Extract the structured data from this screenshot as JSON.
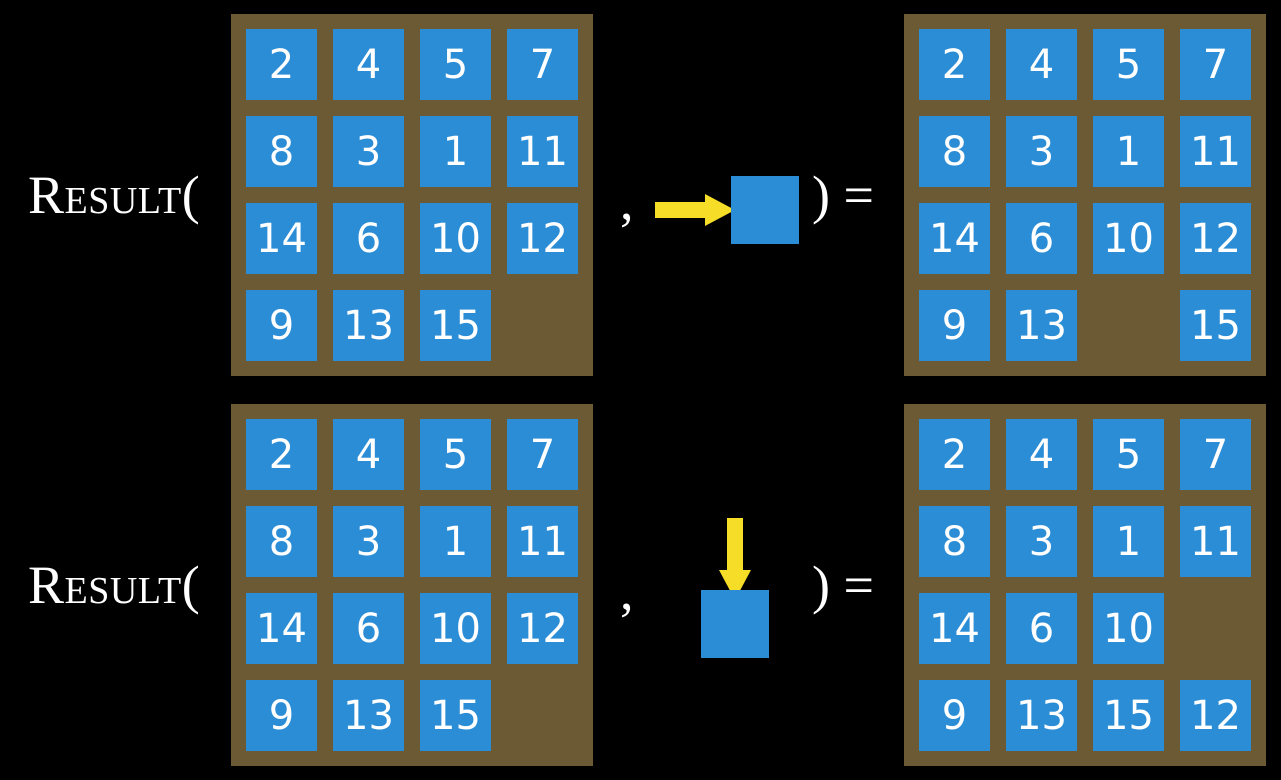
{
  "page": {
    "background_color": "#000000",
    "tile_color": "#2b8dd6",
    "board_color": "#6b5a33",
    "arrow_color": "#f5dd28",
    "text_color": "#ffffff"
  },
  "rows": [
    {
      "label": "Result(",
      "separator": ",",
      "closing": ") =",
      "move_direction": "right",
      "move_arrow_icon": "arrow-right-icon",
      "input_board": {
        "rows": 4,
        "cols": 4,
        "cells": [
          [
            "2",
            "4",
            "5",
            "7"
          ],
          [
            "8",
            "3",
            "1",
            "11"
          ],
          [
            "14",
            "6",
            "10",
            "12"
          ],
          [
            "9",
            "13",
            "15",
            ""
          ]
        ]
      },
      "output_board": {
        "rows": 4,
        "cols": 4,
        "cells": [
          [
            "2",
            "4",
            "5",
            "7"
          ],
          [
            "8",
            "3",
            "1",
            "11"
          ],
          [
            "14",
            "6",
            "10",
            "12"
          ],
          [
            "9",
            "13",
            "",
            "15"
          ]
        ]
      }
    },
    {
      "label": "Result(",
      "separator": ",",
      "closing": ") =",
      "move_direction": "down",
      "move_arrow_icon": "arrow-down-icon",
      "input_board": {
        "rows": 4,
        "cols": 4,
        "cells": [
          [
            "2",
            "4",
            "5",
            "7"
          ],
          [
            "8",
            "3",
            "1",
            "11"
          ],
          [
            "14",
            "6",
            "10",
            "12"
          ],
          [
            "9",
            "13",
            "15",
            ""
          ]
        ]
      },
      "output_board": {
        "rows": 4,
        "cols": 4,
        "cells": [
          [
            "2",
            "4",
            "5",
            "7"
          ],
          [
            "8",
            "3",
            "1",
            "11"
          ],
          [
            "14",
            "6",
            "10",
            ""
          ],
          [
            "9",
            "13",
            "15",
            "12"
          ]
        ]
      }
    }
  ]
}
